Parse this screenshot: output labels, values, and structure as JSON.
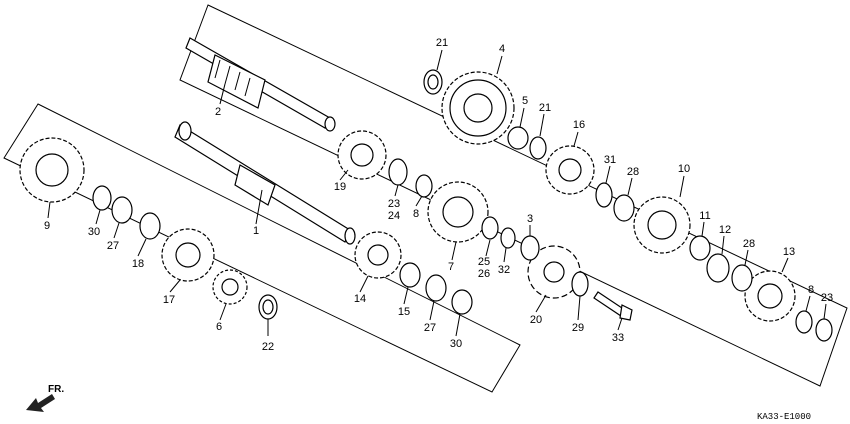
{
  "diagram": {
    "code": "KA33-E1000",
    "direction_label": "FR.",
    "callouts": [
      {
        "id": "c21a",
        "text": "21"
      },
      {
        "id": "c4",
        "text": "4"
      },
      {
        "id": "c5",
        "text": "5"
      },
      {
        "id": "c21b",
        "text": "21"
      },
      {
        "id": "c16",
        "text": "16"
      },
      {
        "id": "c31",
        "text": "31"
      },
      {
        "id": "c28a",
        "text": "28"
      },
      {
        "id": "c10",
        "text": "10"
      },
      {
        "id": "c11",
        "text": "11"
      },
      {
        "id": "c12",
        "text": "12"
      },
      {
        "id": "c28b",
        "text": "28"
      },
      {
        "id": "c13",
        "text": "13"
      },
      {
        "id": "c8b",
        "text": "8"
      },
      {
        "id": "c23b",
        "text": "23"
      },
      {
        "id": "c2",
        "text": "2"
      },
      {
        "id": "c19",
        "text": "19"
      },
      {
        "id": "c23a",
        "text": "23"
      },
      {
        "id": "c24",
        "text": "24"
      },
      {
        "id": "c8a",
        "text": "8"
      },
      {
        "id": "c7",
        "text": "7"
      },
      {
        "id": "c25",
        "text": "25"
      },
      {
        "id": "c26",
        "text": "26"
      },
      {
        "id": "c32",
        "text": "32"
      },
      {
        "id": "c3",
        "text": "3"
      },
      {
        "id": "c20",
        "text": "20"
      },
      {
        "id": "c29",
        "text": "29"
      },
      {
        "id": "c33",
        "text": "33"
      },
      {
        "id": "c1",
        "text": "1"
      },
      {
        "id": "c14",
        "text": "14"
      },
      {
        "id": "c15",
        "text": "15"
      },
      {
        "id": "c27b",
        "text": "27"
      },
      {
        "id": "c30b",
        "text": "30"
      },
      {
        "id": "c9",
        "text": "9"
      },
      {
        "id": "c30a",
        "text": "30"
      },
      {
        "id": "c27a",
        "text": "27"
      },
      {
        "id": "c18",
        "text": "18"
      },
      {
        "id": "c17",
        "text": "17"
      },
      {
        "id": "c6",
        "text": "6"
      },
      {
        "id": "c22",
        "text": "22"
      }
    ]
  }
}
